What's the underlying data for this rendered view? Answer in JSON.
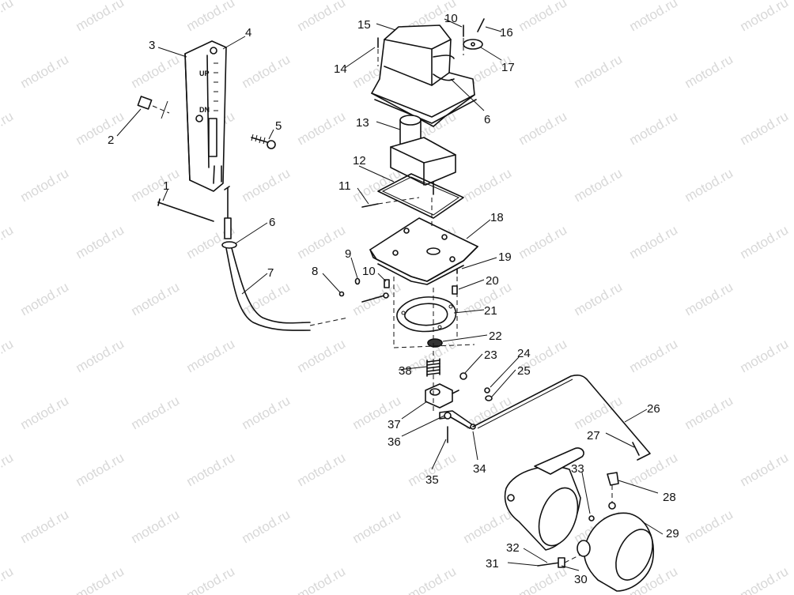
{
  "watermark": "motod.ru",
  "parts": [
    {
      "id": "p1",
      "text": "1"
    },
    {
      "id": "p2",
      "text": "2"
    },
    {
      "id": "p3",
      "text": "3"
    },
    {
      "id": "p4",
      "text": "4"
    },
    {
      "id": "p5",
      "text": "5"
    },
    {
      "id": "p6a",
      "text": "6"
    },
    {
      "id": "p6b",
      "text": "6"
    },
    {
      "id": "p7",
      "text": "7"
    },
    {
      "id": "p8",
      "text": "8"
    },
    {
      "id": "p9",
      "text": "9"
    },
    {
      "id": "p10a",
      "text": "10"
    },
    {
      "id": "p10b",
      "text": "10"
    },
    {
      "id": "p11",
      "text": "11"
    },
    {
      "id": "p12",
      "text": "12"
    },
    {
      "id": "p13",
      "text": "13"
    },
    {
      "id": "p14",
      "text": "14"
    },
    {
      "id": "p15",
      "text": "15"
    },
    {
      "id": "p16",
      "text": "16"
    },
    {
      "id": "p17",
      "text": "17"
    },
    {
      "id": "p18",
      "text": "18"
    },
    {
      "id": "p19",
      "text": "19"
    },
    {
      "id": "p20",
      "text": "20"
    },
    {
      "id": "p21",
      "text": "21"
    },
    {
      "id": "p22",
      "text": "22"
    },
    {
      "id": "p23",
      "text": "23"
    },
    {
      "id": "p24",
      "text": "24"
    },
    {
      "id": "p25",
      "text": "25"
    },
    {
      "id": "p26",
      "text": "26"
    },
    {
      "id": "p27",
      "text": "27"
    },
    {
      "id": "p28",
      "text": "28"
    },
    {
      "id": "p29",
      "text": "29"
    },
    {
      "id": "p30",
      "text": "30"
    },
    {
      "id": "p31",
      "text": "31"
    },
    {
      "id": "p32",
      "text": "32"
    },
    {
      "id": "p33",
      "text": "33"
    },
    {
      "id": "p34",
      "text": "34"
    },
    {
      "id": "p35",
      "text": "35"
    },
    {
      "id": "p36",
      "text": "36"
    },
    {
      "id": "p37",
      "text": "37"
    },
    {
      "id": "p38",
      "text": "38"
    }
  ],
  "indicator_plate": {
    "up": "UP",
    "dn": "DN"
  }
}
